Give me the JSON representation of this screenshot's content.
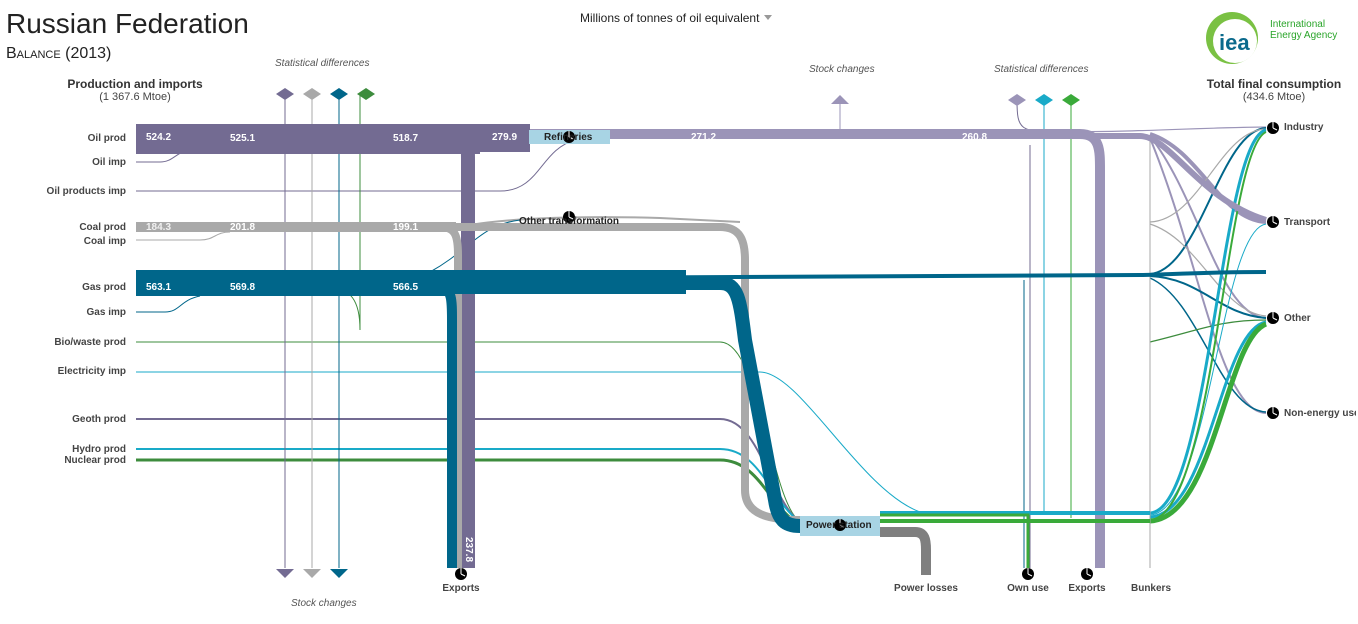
{
  "header": {
    "title": "Russian Federation",
    "subtitle": "Balance (2013)",
    "unit_selector": "Millions of tonnes of oil equivalent"
  },
  "logo": {
    "mark": "iea",
    "line1": "International",
    "line2": "Energy Agency"
  },
  "columns": {
    "production": {
      "title": "Production and imports",
      "total": "(1 367.6 Mtoe)"
    },
    "consumption": {
      "title": "Total final consumption",
      "total": "(434.6 Mtoe)"
    }
  },
  "notes": {
    "stat_diff_left": "Statistical differences",
    "stock_changes_top": "Stock  changes",
    "stat_diff_right": "Statistical differences",
    "stock_changes_bottom": "Stock changes"
  },
  "sources": [
    {
      "label": "Oil prod"
    },
    {
      "label": "Oil imp"
    },
    {
      "label": "Oil products imp"
    },
    {
      "label": "Coal prod"
    },
    {
      "label": "Coal imp"
    },
    {
      "label": "Gas prod"
    },
    {
      "label": "Gas imp"
    },
    {
      "label": "Bio/waste prod"
    },
    {
      "label": "Electricity imp"
    },
    {
      "label": "Geoth prod"
    },
    {
      "label": "Hydro prod"
    },
    {
      "label": "Nuclear prod"
    }
  ],
  "values": {
    "oil_prod": "524.2",
    "oil_step1": "525.1",
    "oil_step2": "518.7",
    "refinery_in": "279.9",
    "refinery_out": "271.2",
    "oil_to_consumers": "260.8",
    "oil_exports": "237.8",
    "coal_prod": "184.3",
    "coal_step1": "201.8",
    "coal_step2": "199.1",
    "gas_prod": "563.1",
    "gas_step1": "569.8",
    "gas_step2": "566.5"
  },
  "nodes": {
    "refineries": "Refineries",
    "other_transformation": "Other transformation",
    "power_station": "Power station"
  },
  "consumers": [
    {
      "label": "Industry"
    },
    {
      "label": "Transport"
    },
    {
      "label": "Other"
    },
    {
      "label": "Non-energy use"
    }
  ],
  "sinks": {
    "exports_left": "Exports",
    "power_losses": "Power losses",
    "own_use": "Own use",
    "exports_right": "Exports",
    "bunkers": "Bunkers"
  },
  "colors": {
    "oil": "#736b92",
    "oil_products": "#9b94b8",
    "coal": "#a9a9a9",
    "gas": "#00668a",
    "bio": "#3d8c3d",
    "electricity": "#19aac8",
    "heat_green": "#3aaa3a",
    "node_fill": "#a8d4e4",
    "losses": "#7f7f7f"
  }
}
